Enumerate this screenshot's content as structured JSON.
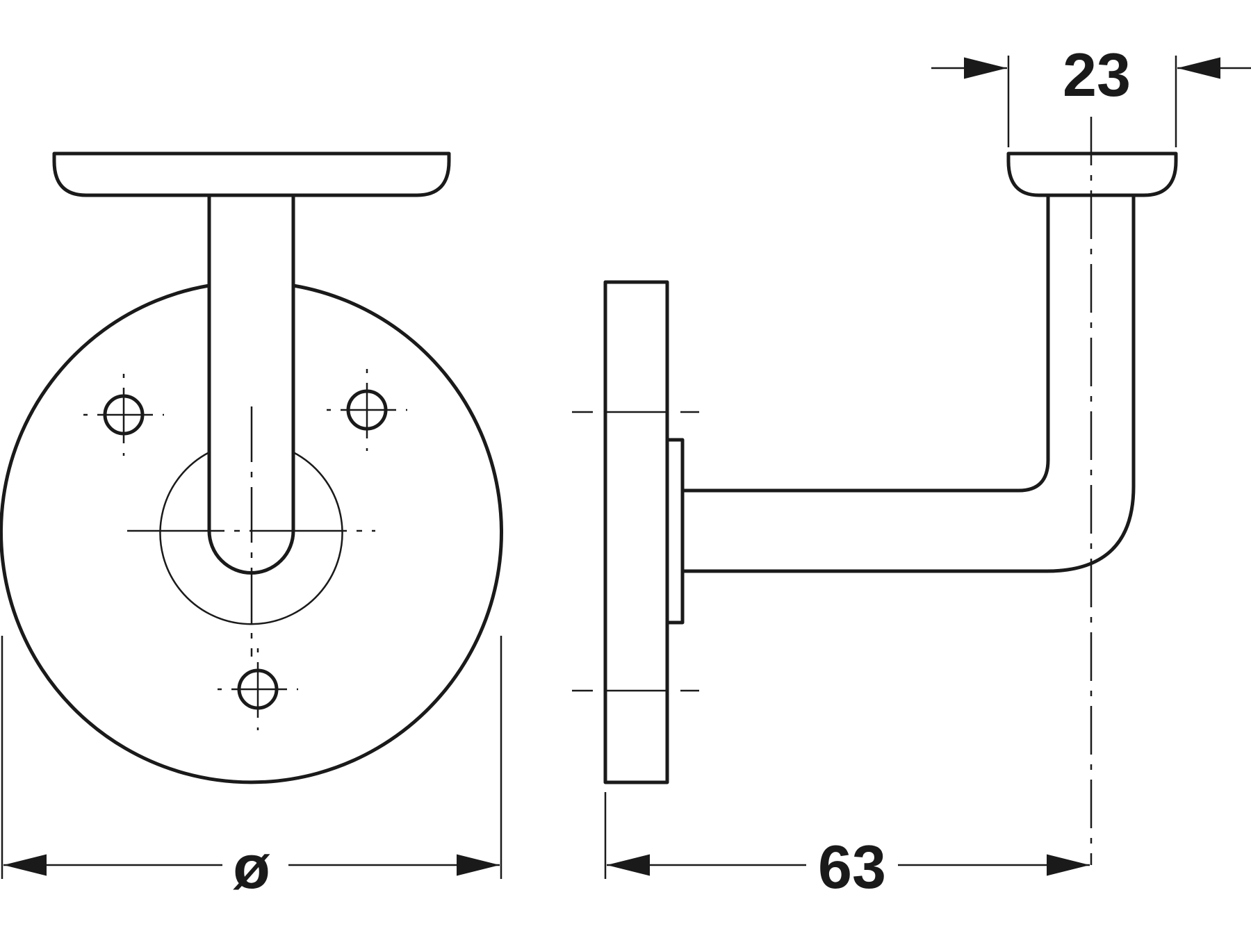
{
  "drawing": {
    "line_color": "#1a1a1a",
    "background": "#ffffff"
  },
  "dimensions": {
    "diameter_symbol": "ø",
    "projection_length": "63",
    "rest_width": "23"
  }
}
